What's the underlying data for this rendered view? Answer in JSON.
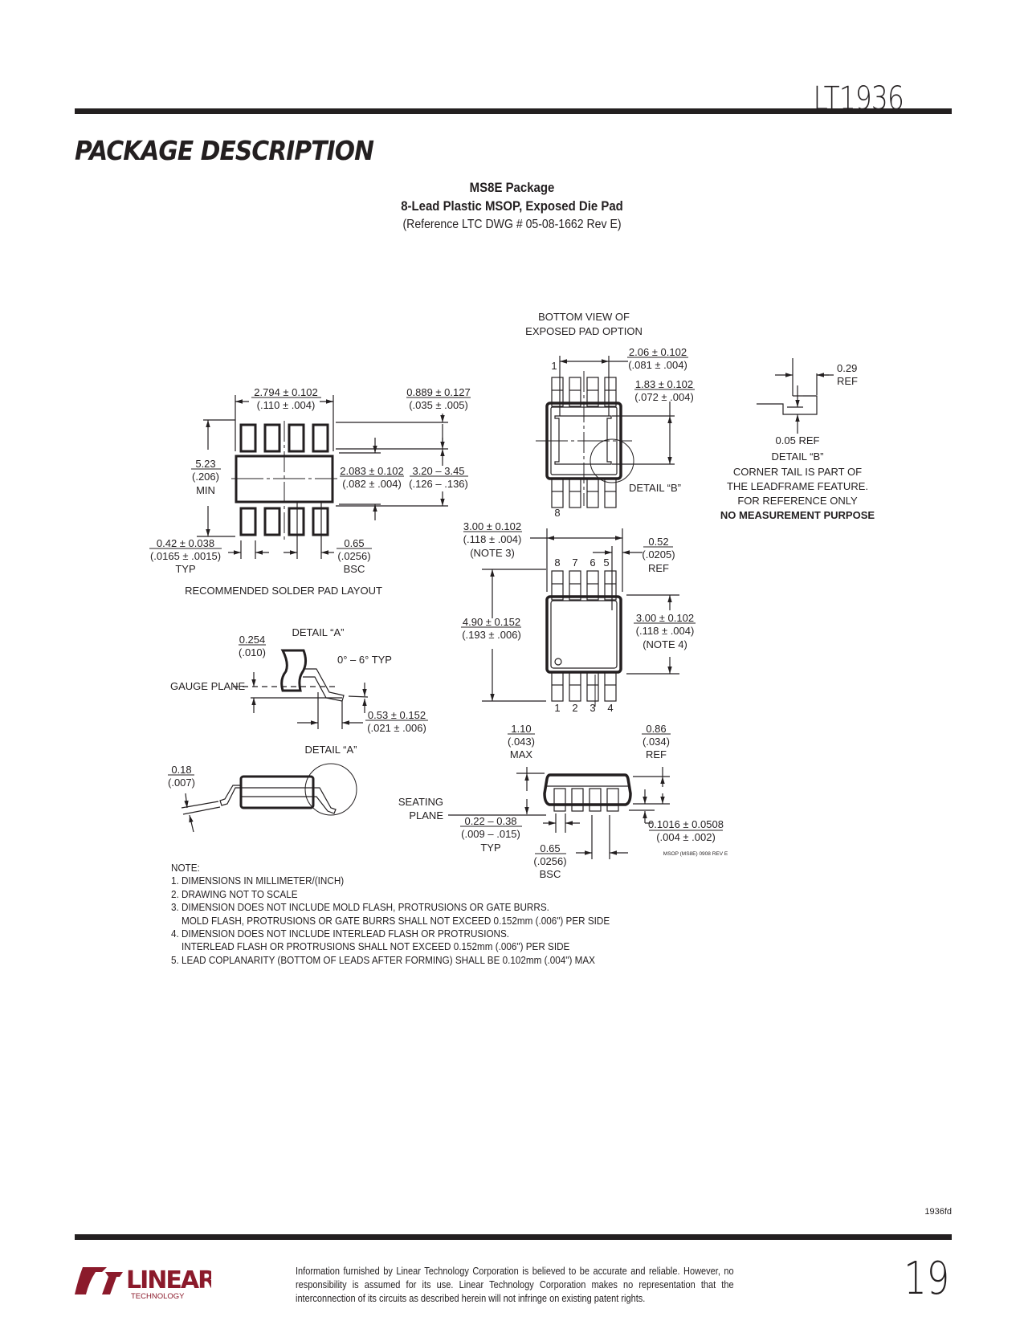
{
  "header": {
    "part_number": "LT1936",
    "section_title": "PACKAGE DESCRIPTION"
  },
  "package": {
    "name": "MS8E Package",
    "description": "8-Lead Plastic MSOP, Exposed Die Pad",
    "reference": "(Reference LTC DWG # 05-08-1662 Rev E)"
  },
  "solder_pad_layout": {
    "caption": "RECOMMENDED SOLDER PAD LAYOUT",
    "dim_width": {
      "mm": "2.794 ± 0.102",
      "inch": "(.110 ± .004)"
    },
    "dim_pad_length": {
      "mm": "0.889 ± 0.127",
      "inch": "(.035 ± .005)"
    },
    "dim_overall": {
      "mm": "5.23",
      "inch": "(.206)",
      "note": "MIN"
    },
    "dim_center_pad": {
      "mm": "2.083 ± 0.102",
      "inch": "(.082 ± .004)"
    },
    "dim_span": {
      "mm": "3.20 – 3.45",
      "inch": "(.126 – .136)"
    },
    "dim_pad_width": {
      "mm": "0.42 ± 0.038",
      "inch": "(.0165 ± .0015)",
      "note": "TYP"
    },
    "dim_pitch": {
      "mm": "0.65",
      "inch": "(.0256)",
      "note": "BSC"
    }
  },
  "bottom_view": {
    "caption_line1": "BOTTOM VIEW OF",
    "caption_line2": "EXPOSED PAD OPTION",
    "pin1_label": "1",
    "pin8_label": "8",
    "dim_pad_width": {
      "mm": "2.06 ± 0.102",
      "inch": "(.081 ± .004)"
    },
    "dim_pad_height": {
      "mm": "1.83 ± 0.102",
      "inch": "(.072 ± .004)"
    },
    "detail_label": "DETAIL “B”"
  },
  "detail_b": {
    "dim_tail": {
      "mm": "0.29",
      "note": "REF"
    },
    "dim_step": "0.05 REF",
    "title": "DETAIL “B”",
    "line1": "CORNER TAIL IS PART OF",
    "line2": "THE LEADFRAME FEATURE.",
    "line3": "FOR REFERENCE ONLY",
    "line4": "NO MEASUREMENT PURPOSE"
  },
  "top_view": {
    "dim_body_width": {
      "mm": "3.00 ± 0.102",
      "inch": "(.118 ± .004)",
      "note": "(NOTE 3)"
    },
    "dim_lead_offset": {
      "mm": "0.52",
      "inch": "(.0205)",
      "note": "REF"
    },
    "dim_overall": {
      "mm": "4.90 ± 0.152",
      "inch": "(.193 ± .006)"
    },
    "dim_body_length": {
      "mm": "3.00 ± 0.102",
      "inch": "(.118 ± .004)",
      "note": "(NOTE 4)"
    },
    "top_pins": [
      "8",
      "7",
      "6",
      "5"
    ],
    "bottom_pins": [
      "1",
      "2",
      "3",
      "4"
    ]
  },
  "detail_a": {
    "title": "DETAIL “A”",
    "dim_gauge": {
      "mm": "0.254",
      "inch": "(.010)"
    },
    "gauge_plane": "GAUGE PLANE",
    "angle": "0° – 6° TYP",
    "dim_foot": {
      "mm": "0.53 ± 0.152",
      "inch": "(.021 ± .006)"
    }
  },
  "side_view": {
    "detail_label": "DETAIL “A”",
    "dim_lead_thickness": {
      "mm": "0.18",
      "inch": "(.007)"
    }
  },
  "front_view": {
    "dim_height": {
      "mm": "1.10",
      "inch": "(.043)",
      "note": "MAX"
    },
    "dim_body": {
      "mm": "0.86",
      "inch": "(.034)",
      "note": "REF"
    },
    "seating_plane_1": "SEATING",
    "seating_plane_2": "PLANE",
    "dim_lead_width": {
      "mm": "0.22 – 0.38",
      "inch": "(.009 – .015)",
      "note": "TYP"
    },
    "dim_pitch": {
      "mm": "0.65",
      "inch": "(.0256)",
      "note": "BSC"
    },
    "dim_standoff": {
      "mm": "0.1016 ± 0.0508",
      "inch": "(.004 ± .002)"
    },
    "drawing_code": "MSOP (MS8E) 0908 REV E"
  },
  "notes": {
    "heading": "NOTE:",
    "items": [
      "1. DIMENSIONS IN MILLIMETER/(INCH)",
      "2. DRAWING NOT TO SCALE",
      "3. DIMENSION DOES NOT INCLUDE MOLD FLASH, PROTRUSIONS OR GATE BURRS.",
      "    MOLD FLASH, PROTRUSIONS OR GATE BURRS SHALL NOT EXCEED 0.152mm (.006\") PER SIDE",
      "4. DIMENSION DOES NOT INCLUDE INTERLEAD FLASH OR PROTRUSIONS.",
      "    INTERLEAD FLASH OR PROTRUSIONS SHALL NOT EXCEED 0.152mm (.006\") PER SIDE",
      "5. LEAD COPLANARITY (BOTTOM OF LEADS AFTER FORMING) SHALL BE 0.102mm (.004\") MAX"
    ]
  },
  "footer": {
    "doc_code": "1936fd",
    "logo_word": "LINEAR",
    "logo_sub": "TECHNOLOGY",
    "disclaimer": "Information furnished by Linear Technology Corporation is believed to be accurate and reliable. However, no responsibility is assumed for its use. Linear Technology Corporation makes no representation that the interconnection of its circuits as described herein will not infringe on existing patent rights.",
    "page_number": "19"
  },
  "colors": {
    "ink": "#231f20",
    "brand": "#8b1a2b"
  }
}
